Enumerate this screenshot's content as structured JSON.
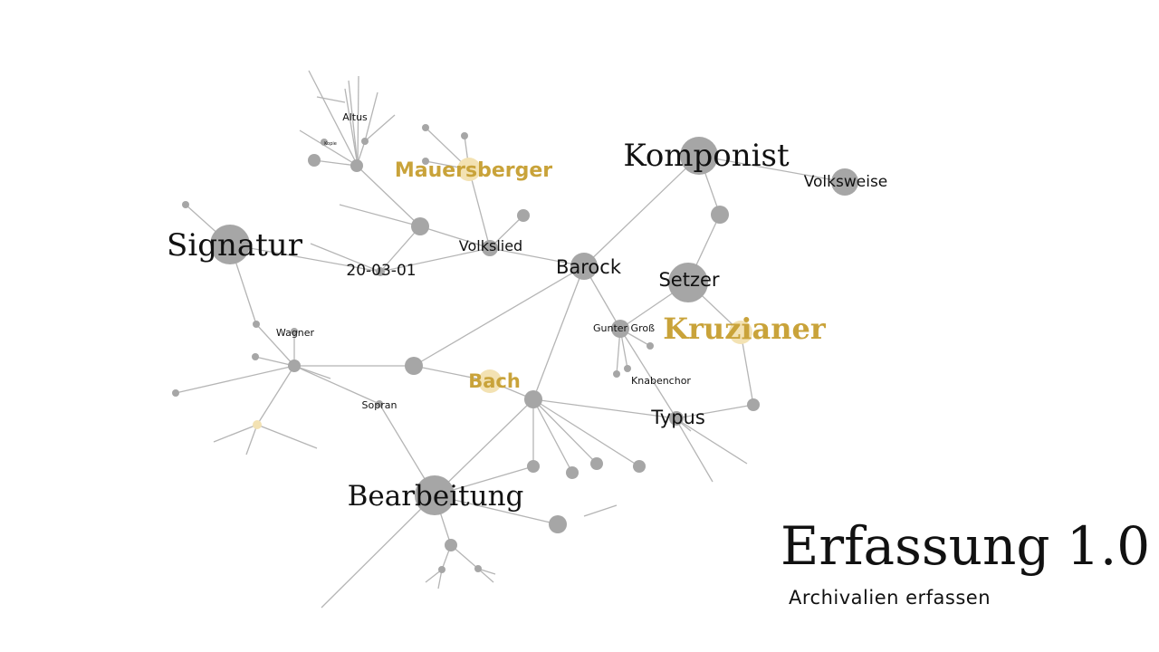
{
  "title": "Erfassung 1.0",
  "subtitle": "Archivalien erfassen",
  "colors": {
    "edge": "#b5b5b5",
    "node": "#a6a6a6",
    "highlight_node": "#f3e2b3",
    "highlight_text": "#c9a33a",
    "text": "#111111"
  },
  "graph": {
    "labels": {
      "komponist": "Komponist",
      "volksweise": "Volksweise",
      "signatur": "Signatur",
      "mauersberger": "Mauersberger",
      "volkslied": "Volkslied",
      "barock": "Barock",
      "setzer": "Setzer",
      "kruzianer": "Kruzianer",
      "datum": "20-03-01",
      "altus": "Altus",
      "kopie": "Kopie",
      "wagner": "Wagner",
      "gunter": "Gunter Groß",
      "knabenchor": "Knabenchor",
      "bach": "Bach",
      "sopran": "Sopran",
      "typus": "Typus",
      "bearbeitung": "Bearbeitung"
    },
    "highlighted": [
      "mauersberger",
      "kruzianer",
      "bach"
    ]
  }
}
